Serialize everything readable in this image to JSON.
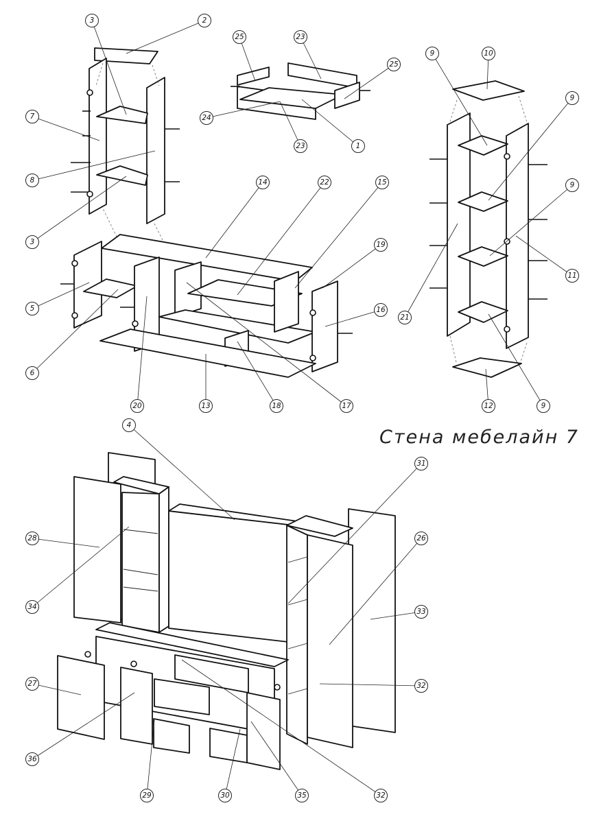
{
  "title": "Стена мебелайн 7",
  "callouts": [
    "1",
    "2",
    "3",
    "4",
    "5",
    "6",
    "7",
    "8",
    "9",
    "10",
    "11",
    "12",
    "13",
    "14",
    "15",
    "16",
    "17",
    "18",
    "19",
    "20",
    "21",
    "22",
    "23",
    "24",
    "25",
    "26",
    "27",
    "28",
    "29",
    "30",
    "31",
    "32",
    "33",
    "34",
    "35",
    "36"
  ]
}
